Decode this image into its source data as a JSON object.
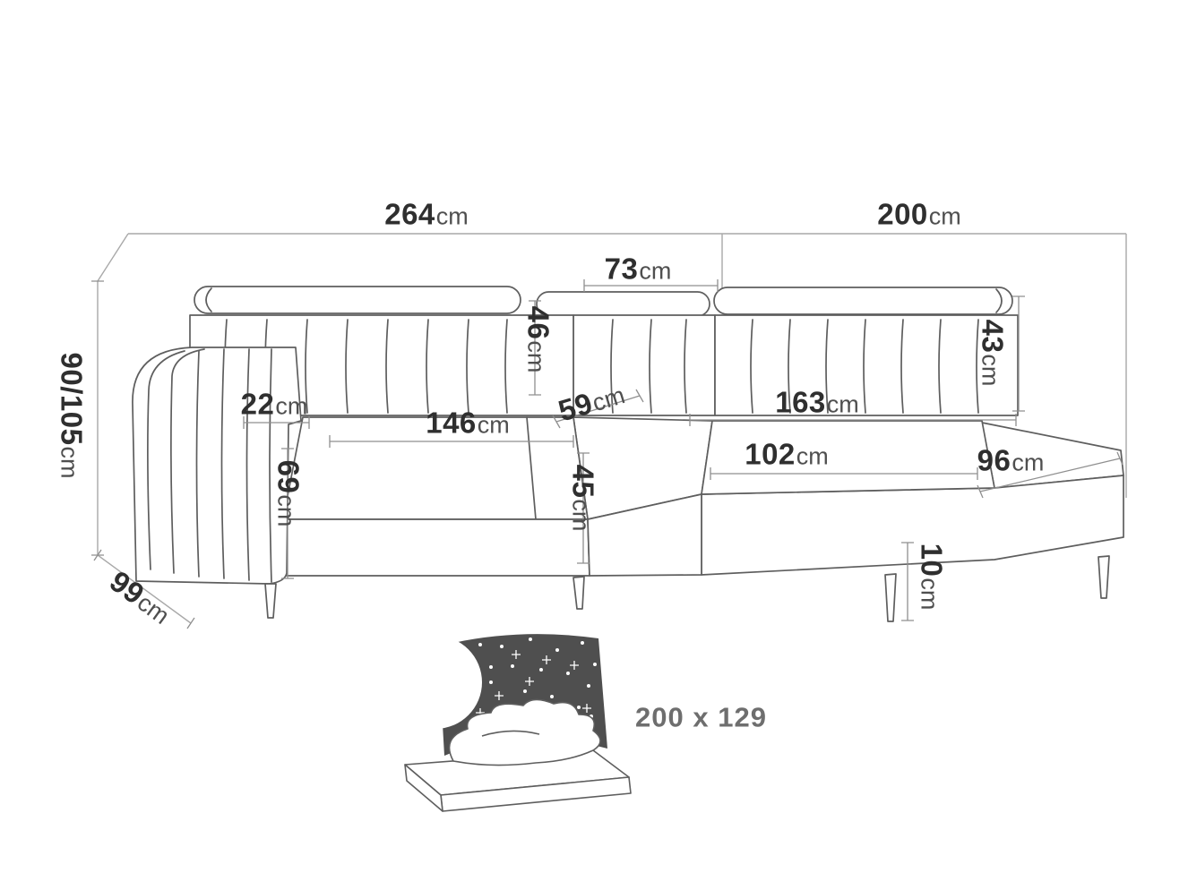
{
  "dims": {
    "total_width_left": {
      "value": "264",
      "unit": "cm"
    },
    "total_width_right": {
      "value": "200",
      "unit": "cm"
    },
    "corner_back_width": {
      "value": "73",
      "unit": "cm"
    },
    "backrest_height": {
      "value": "46",
      "unit": "cm"
    },
    "corner_seat_depth": {
      "value": "59",
      "unit": "cm"
    },
    "right_back_height": {
      "value": "43",
      "unit": "cm"
    },
    "armrest_width": {
      "value": "22",
      "unit": "cm"
    },
    "left_seat_width": {
      "value": "146",
      "unit": "cm"
    },
    "right_seat_length": {
      "value": "163",
      "unit": "cm"
    },
    "chaise_seat_length": {
      "value": "102",
      "unit": "cm"
    },
    "chaise_end_width": {
      "value": "96",
      "unit": "cm"
    },
    "armrest_height": {
      "value": "69",
      "unit": "cm"
    },
    "seat_height": {
      "value": "45",
      "unit": "cm"
    },
    "overall_height": {
      "value": "90/105",
      "unit": "cm"
    },
    "overall_depth": {
      "value": "99",
      "unit": "cm"
    },
    "leg_height": {
      "value": "10",
      "unit": "cm"
    },
    "sleeping_area": {
      "value": "200 x 129",
      "unit": ""
    }
  }
}
